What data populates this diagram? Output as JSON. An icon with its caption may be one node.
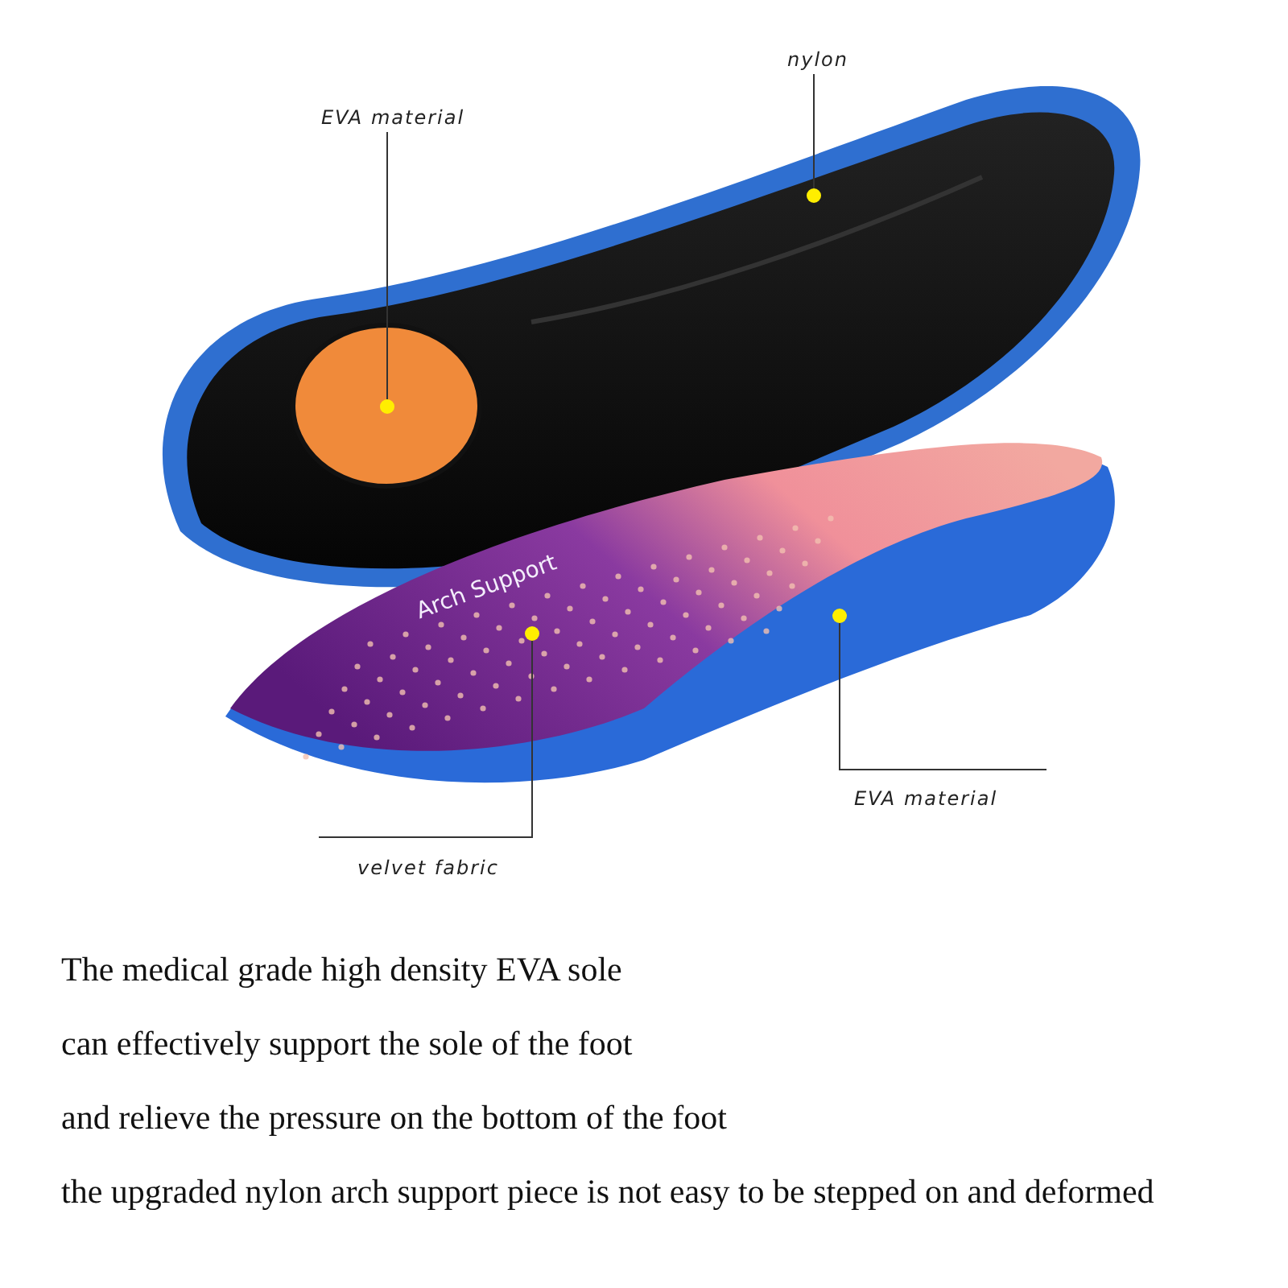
{
  "diagram": {
    "nodes": [
      {
        "text": [
          "nylon"
        ]
      },
      {
        "text": [
          "EVA material"
        ]
      },
      {
        "text": [],
        "shape": "circle"
      },
      {
        "text": [],
        "shape": "circle"
      },
      {
        "text": [],
        "shape": "circle"
      },
      {
        "text": [],
        "shape": "circle"
      },
      {
        "text": [
          "EVA material"
        ]
      },
      {
        "text": [
          "velvet fabric"
        ]
      }
    ],
    "edges": [
      {
        "from": 0,
        "to": 2,
        "arrow": "none"
      },
      {
        "from": 1,
        "to": 3,
        "arrow": "none"
      },
      {
        "from": 7,
        "to": 4,
        "arrow": "none"
      },
      {
        "from": 6,
        "to": 5,
        "arrow": "none"
      }
    ],
    "labels": [
      "Arch Support",
      "The medical grade high density EVA sole",
      "can effectively support the sole of the foot",
      "and relieve the pressure on the bottom of the foot",
      "the upgraded nylon arch support piece is not easy to be stepped on and deformed"
    ]
  }
}
